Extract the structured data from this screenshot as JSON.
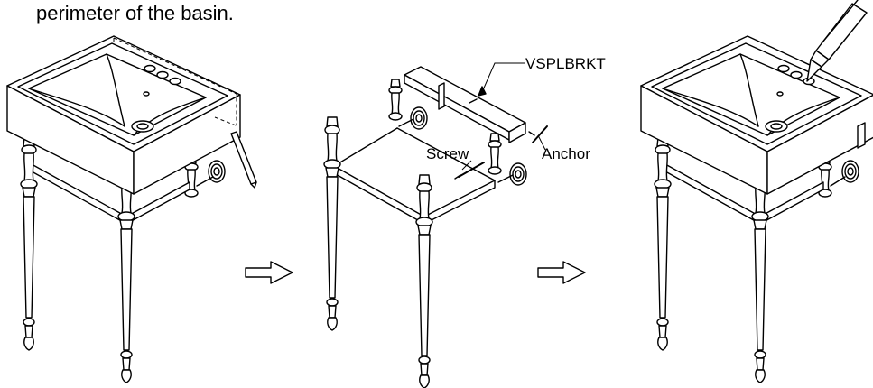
{
  "caption": "perimeter of the basin.",
  "labels": {
    "bracket": "VSPLBRKT",
    "screw": "Screw",
    "anchor": "Anchor"
  },
  "steps": [
    {
      "id": "step-1",
      "content": "sink with basin on console legs, wall-side edge marked"
    },
    {
      "id": "step-2",
      "content": "console legs with wall bracket, screw and anchor"
    },
    {
      "id": "step-3",
      "content": "sink mounted, sealant applied at wall edge"
    }
  ],
  "colors": {
    "line": "#000000",
    "background": "#ffffff"
  }
}
